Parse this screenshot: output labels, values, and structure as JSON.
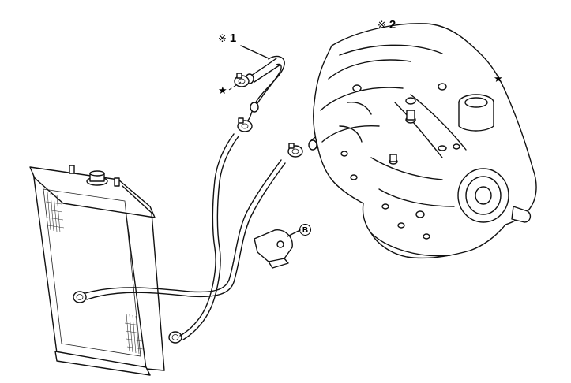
{
  "callouts": {
    "hose1_mark": "※",
    "hose1_number": "1",
    "hose2_mark": "※",
    "hose2_number": "2",
    "star_left": "★",
    "star_right": "★",
    "bracket_letter": "B"
  }
}
